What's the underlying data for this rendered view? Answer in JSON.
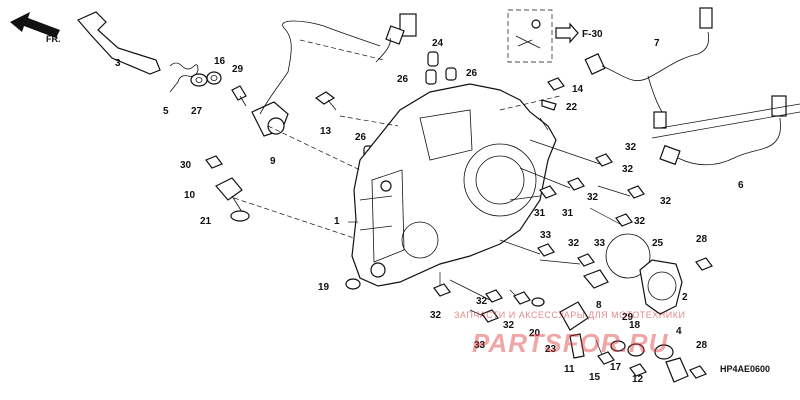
{
  "diagram": {
    "front_arrow_label": "FR.",
    "reference_label": "F-30",
    "diagram_code": "HP4AE0600",
    "colors": {
      "line": "#111111",
      "watermark": "#e03c3c"
    }
  },
  "watermark": {
    "line1": "ЗАПЧАСТИ И АКСЕССУАРЫ ДЛЯ МОТОТЕХНИКИ",
    "line2": "PARTSFOR.RU"
  },
  "callouts": [
    {
      "id": "c1",
      "text": "1"
    },
    {
      "id": "c2",
      "text": "2"
    },
    {
      "id": "c3",
      "text": "3"
    },
    {
      "id": "c4",
      "text": "4"
    },
    {
      "id": "c5",
      "text": "5"
    },
    {
      "id": "c6",
      "text": "6"
    },
    {
      "id": "c7",
      "text": "7"
    },
    {
      "id": "c8",
      "text": "8"
    },
    {
      "id": "c9",
      "text": "9"
    },
    {
      "id": "c10",
      "text": "10"
    },
    {
      "id": "c11",
      "text": "11"
    },
    {
      "id": "c12",
      "text": "12"
    },
    {
      "id": "c13",
      "text": "13"
    },
    {
      "id": "c14",
      "text": "14"
    },
    {
      "id": "c15",
      "text": "15"
    },
    {
      "id": "c16",
      "text": "16"
    },
    {
      "id": "c17",
      "text": "17"
    },
    {
      "id": "c18",
      "text": "18"
    },
    {
      "id": "c19",
      "text": "19"
    },
    {
      "id": "c20",
      "text": "20"
    },
    {
      "id": "c21",
      "text": "21"
    },
    {
      "id": "c22",
      "text": "22"
    },
    {
      "id": "c23",
      "text": "23"
    },
    {
      "id": "c24",
      "text": "24"
    },
    {
      "id": "c25",
      "text": "25"
    },
    {
      "id": "c26a",
      "text": "26"
    },
    {
      "id": "c26b",
      "text": "26"
    },
    {
      "id": "c26c",
      "text": "26"
    },
    {
      "id": "c27",
      "text": "27"
    },
    {
      "id": "c28a",
      "text": "28"
    },
    {
      "id": "c28b",
      "text": "28"
    },
    {
      "id": "c29a",
      "text": "29"
    },
    {
      "id": "c29b",
      "text": "29"
    },
    {
      "id": "c30",
      "text": "30"
    },
    {
      "id": "c31a",
      "text": "31"
    },
    {
      "id": "c31b",
      "text": "31"
    },
    {
      "id": "c32a",
      "text": "32"
    },
    {
      "id": "c32b",
      "text": "32"
    },
    {
      "id": "c32c",
      "text": "32"
    },
    {
      "id": "c32d",
      "text": "32"
    },
    {
      "id": "c32e",
      "text": "32"
    },
    {
      "id": "c32f",
      "text": "32"
    },
    {
      "id": "c32g",
      "text": "32"
    },
    {
      "id": "c32h",
      "text": "32"
    },
    {
      "id": "c32i",
      "text": "32"
    },
    {
      "id": "c33a",
      "text": "33"
    },
    {
      "id": "c33b",
      "text": "33"
    },
    {
      "id": "c33c",
      "text": "33"
    }
  ]
}
